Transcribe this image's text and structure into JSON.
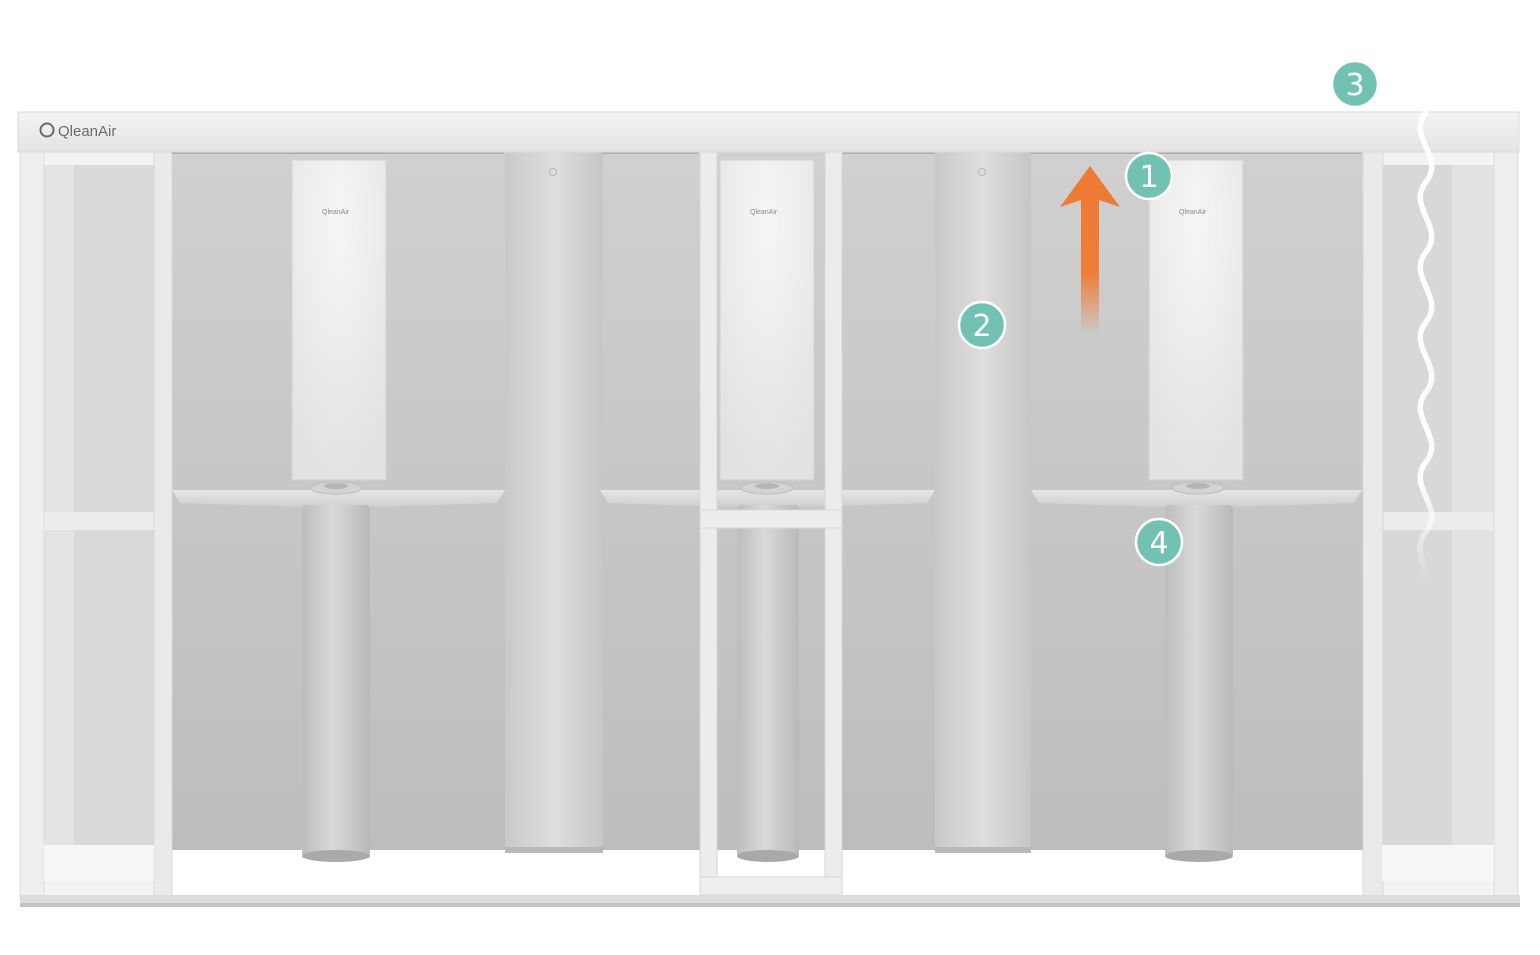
{
  "brand": {
    "name": "QleanAir",
    "panel_label": "QleanAir"
  },
  "markers": [
    {
      "label": "1"
    },
    {
      "label": "2"
    },
    {
      "label": "3"
    },
    {
      "label": "4"
    }
  ],
  "colors": {
    "marker": "#72c2b3",
    "arrow": "#ee7a33",
    "frame": "#e9e9e9",
    "wall": "#c8c8c8"
  }
}
